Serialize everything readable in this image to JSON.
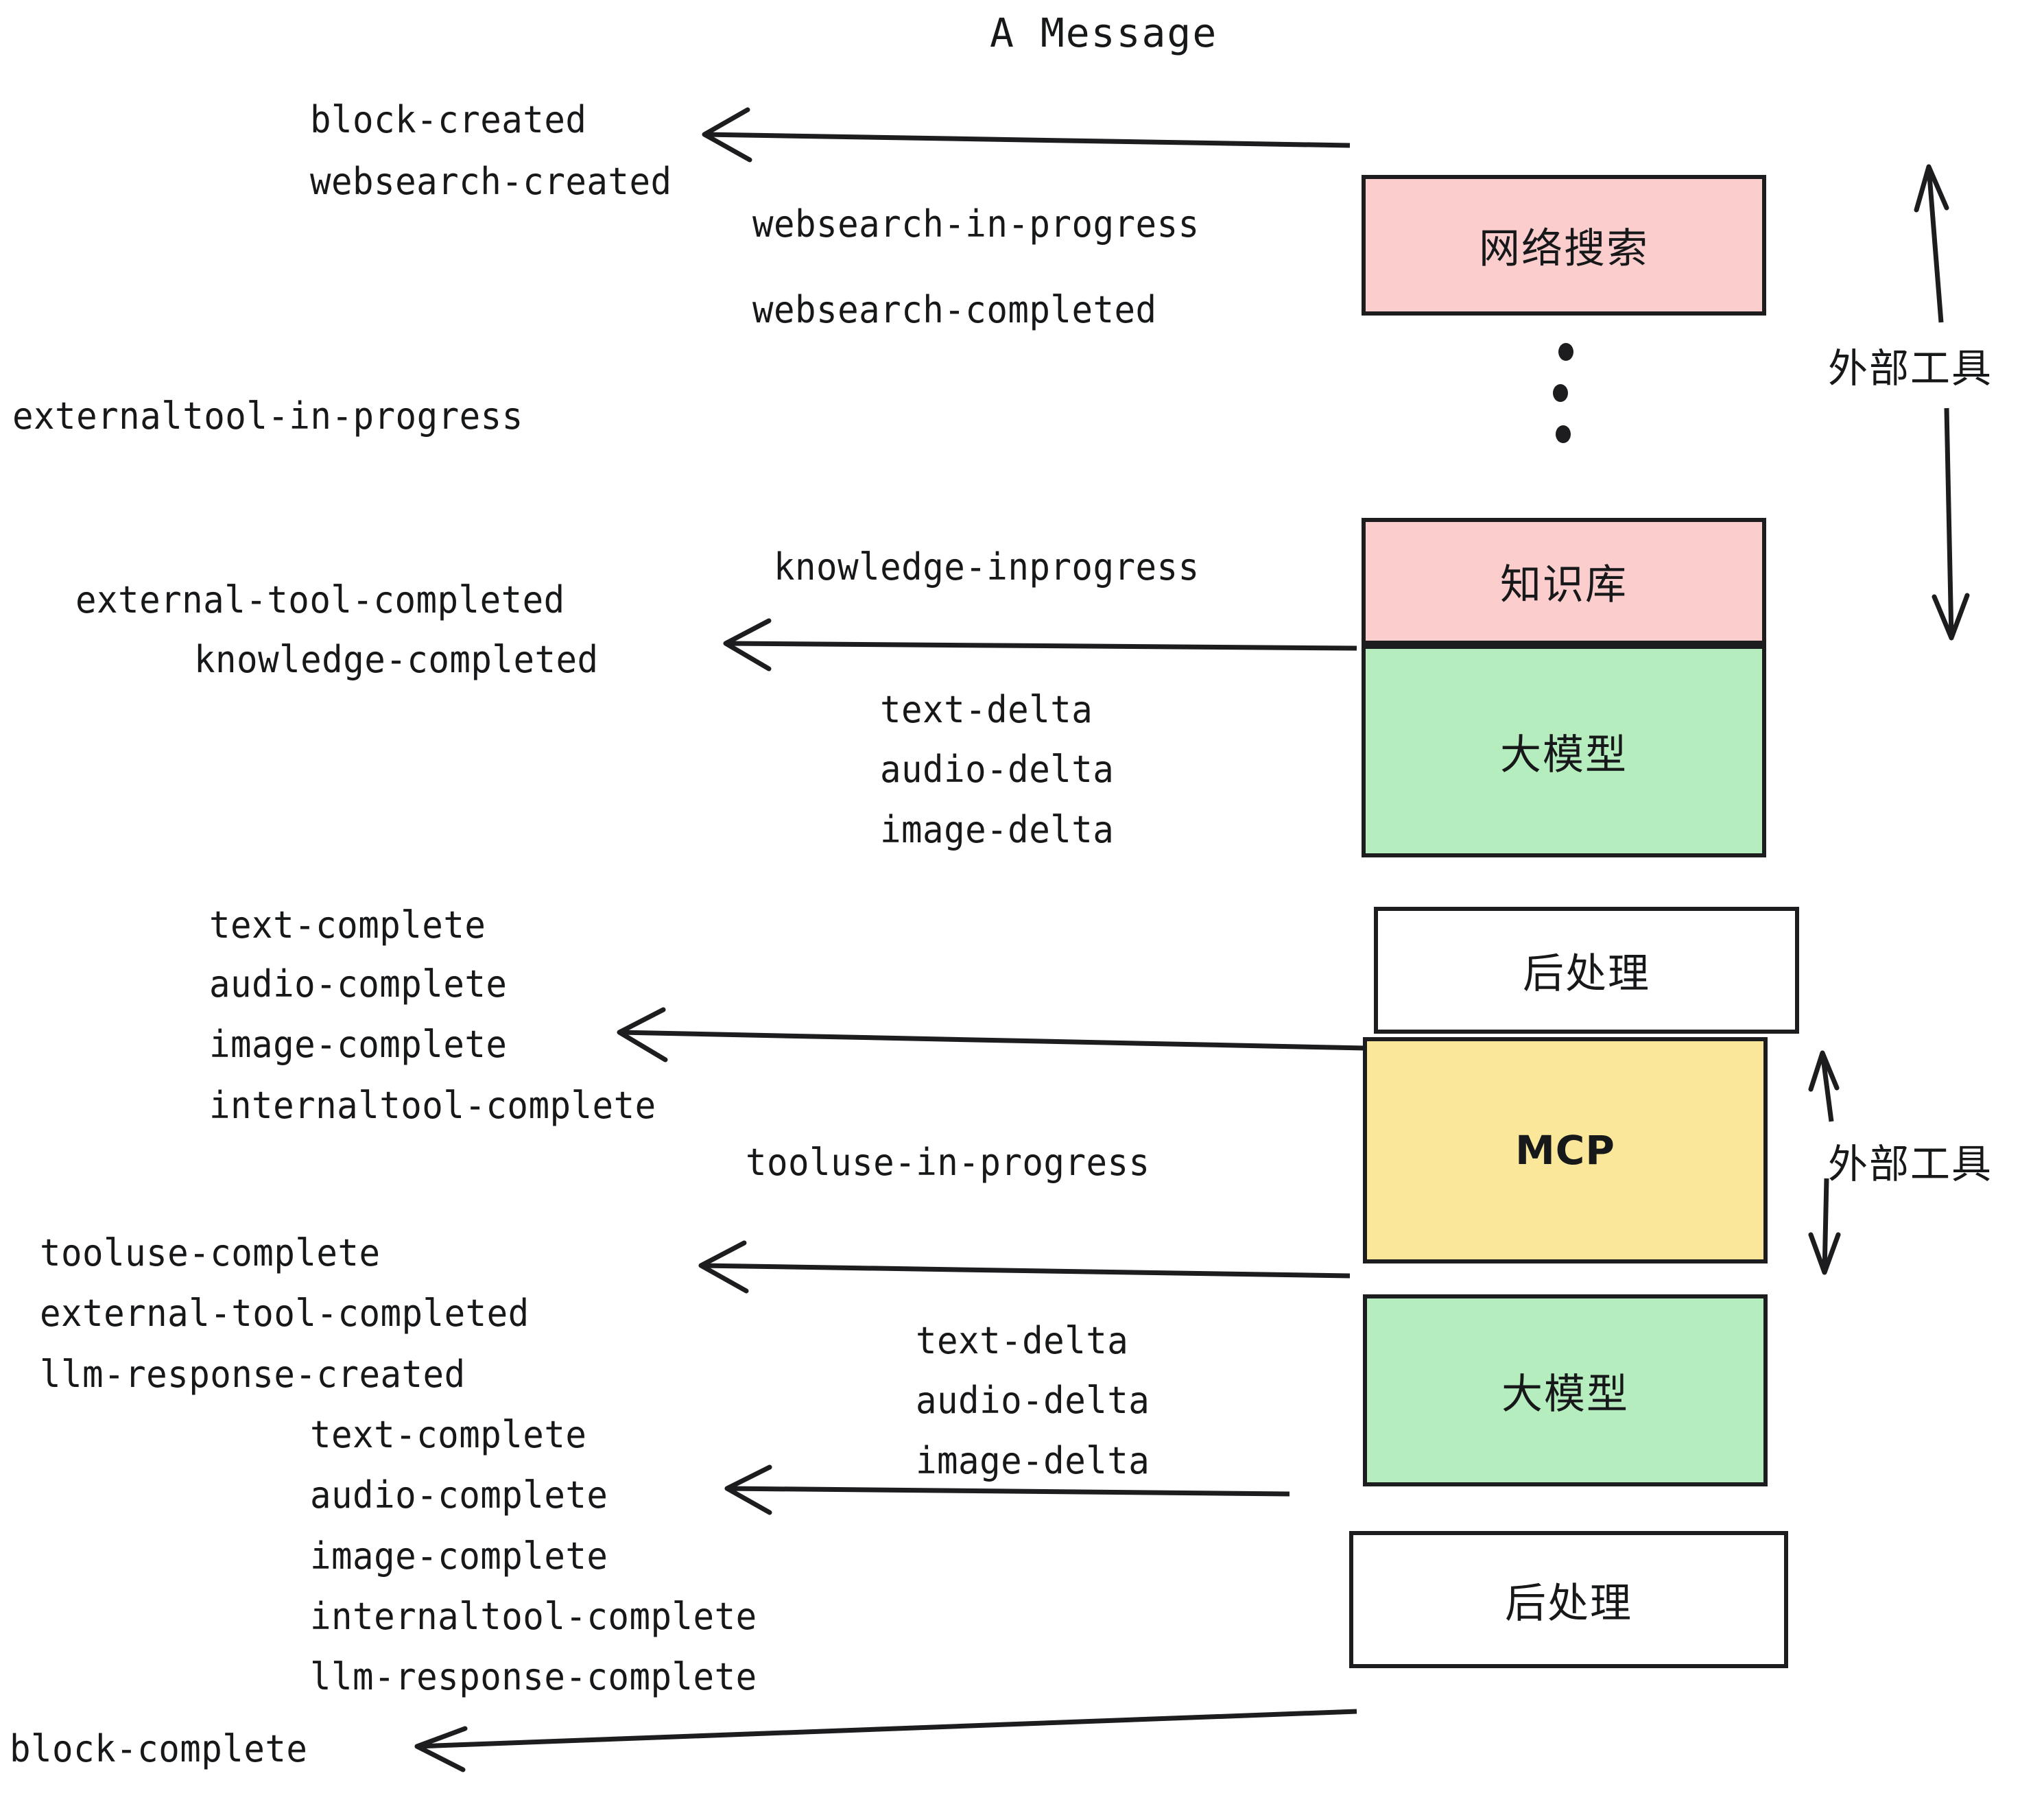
{
  "diagram": {
    "title": "A Message",
    "type": "sequence-flow",
    "background": "#ffffff",
    "colors": {
      "pink": "#fbcdcd",
      "green": "#b6edbe",
      "yellow": "#fbe79a",
      "white": "#ffffff",
      "stroke": "#1d1d20",
      "text": "#17181a"
    }
  },
  "boxes": [
    {
      "id": "websearch",
      "label": "网络搜索",
      "color": "pink"
    },
    {
      "id": "knowledge",
      "label": "知识库",
      "color": "pink"
    },
    {
      "id": "llm1",
      "label": "大模型",
      "color": "green"
    },
    {
      "id": "post1",
      "label": "后处理",
      "color": "white"
    },
    {
      "id": "mcp",
      "label": "MCP",
      "color": "yellow"
    },
    {
      "id": "llm2",
      "label": "大模型",
      "color": "green"
    },
    {
      "id": "post2",
      "label": "后处理",
      "color": "white"
    }
  ],
  "scopes": [
    {
      "id": "scope-top",
      "label": "外部工具"
    },
    {
      "id": "scope-bottom",
      "label": "外部工具"
    }
  ],
  "ellipsis": {
    "dots": 3
  },
  "events": {
    "block_created": "block-created",
    "websearch_created": "websearch-created",
    "websearch_in_progress": "websearch-in-progress",
    "websearch_completed": "websearch-completed",
    "externaltool_in_progress": "externaltool-in-progress",
    "knowledge_inprogress": "knowledge-inprogress",
    "external_tool_completed_1": "external-tool-completed",
    "knowledge_completed": "knowledge-completed",
    "text_delta_1": "text-delta",
    "audio_delta_1": "audio-delta",
    "image_delta_1": "image-delta",
    "text_complete_1": "text-complete",
    "audio_complete_1": "audio-complete",
    "image_complete_1": "image-complete",
    "internaltool_complete_1": "internaltool-complete",
    "tooluse_in_progress": "tooluse-in-progress",
    "tooluse_complete": "tooluse-complete",
    "external_tool_completed_2": "external-tool-completed",
    "llm_response_created": "llm-response-created",
    "text_delta_2": "text-delta",
    "audio_delta_2": "audio-delta",
    "image_delta_2": "image-delta",
    "text_complete_2": "text-complete",
    "audio_complete_2": "audio-complete",
    "image_complete_2": "image-complete",
    "internaltool_complete_2": "internaltool-complete",
    "llm_response_complete": "llm-response-complete",
    "block_complete": "block-complete"
  }
}
